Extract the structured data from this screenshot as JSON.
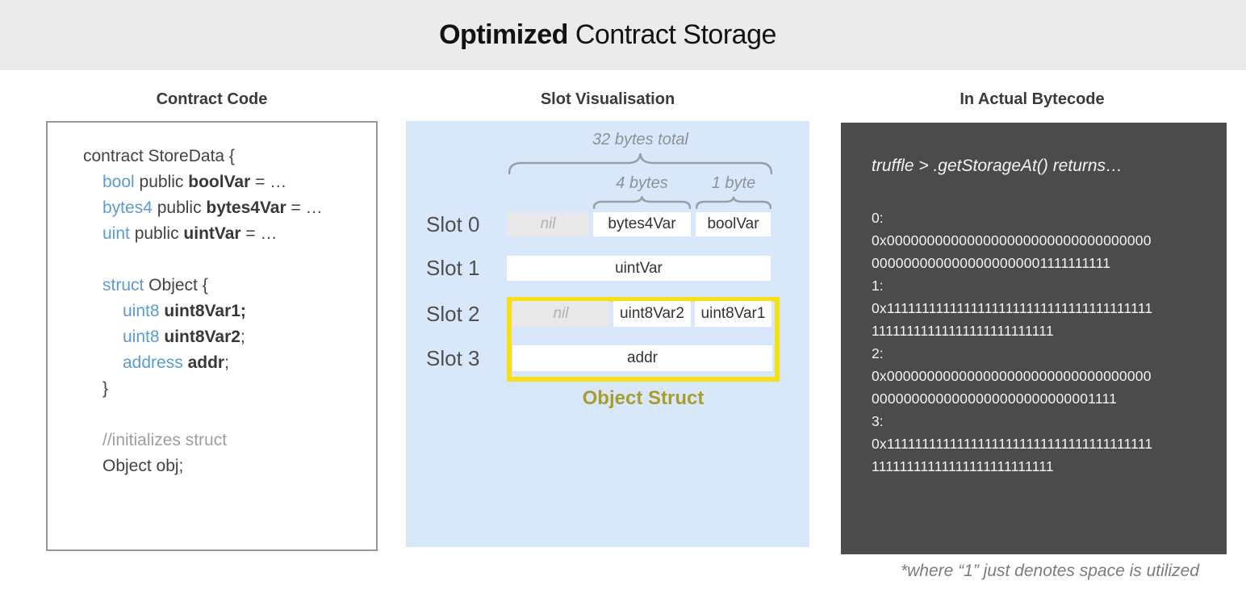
{
  "title": {
    "emphasis": "Optimized",
    "rest": " Contract Storage"
  },
  "contract_code": {
    "heading": "Contract Code",
    "lines": [
      {
        "indent": 0,
        "segments": [
          {
            "kind": "plain",
            "text": "contract StoreData {"
          }
        ]
      },
      {
        "indent": 1,
        "segments": [
          {
            "kind": "kw",
            "text": "bool"
          },
          {
            "kind": "plain",
            "text": " public "
          },
          {
            "kind": "bold",
            "text": "boolVar"
          },
          {
            "kind": "plain",
            "text": " = …"
          }
        ]
      },
      {
        "indent": 1,
        "segments": [
          {
            "kind": "kw",
            "text": "bytes4"
          },
          {
            "kind": "plain",
            "text": " public "
          },
          {
            "kind": "bold",
            "text": "bytes4Var"
          },
          {
            "kind": "plain",
            "text": " = …"
          }
        ]
      },
      {
        "indent": 1,
        "segments": [
          {
            "kind": "kw",
            "text": "uint"
          },
          {
            "kind": "plain",
            "text": " public "
          },
          {
            "kind": "bold",
            "text": "uintVar"
          },
          {
            "kind": "plain",
            "text": " = …"
          }
        ]
      },
      {
        "indent": 0,
        "segments": []
      },
      {
        "indent": 1,
        "segments": [
          {
            "kind": "kw",
            "text": "struct"
          },
          {
            "kind": "plain",
            "text": " Object {"
          }
        ]
      },
      {
        "indent": 2,
        "segments": [
          {
            "kind": "kw",
            "text": "uint8"
          },
          {
            "kind": "plain",
            "text": " "
          },
          {
            "kind": "bold",
            "text": "uint8Var1;"
          }
        ]
      },
      {
        "indent": 2,
        "segments": [
          {
            "kind": "kw",
            "text": "uint8"
          },
          {
            "kind": "plain",
            "text": " "
          },
          {
            "kind": "bold",
            "text": "uint8Var2"
          },
          {
            "kind": "plain",
            "text": ";"
          }
        ]
      },
      {
        "indent": 2,
        "segments": [
          {
            "kind": "kw",
            "text": "address"
          },
          {
            "kind": "plain",
            "text": " "
          },
          {
            "kind": "bold",
            "text": "addr"
          },
          {
            "kind": "plain",
            "text": ";"
          }
        ]
      },
      {
        "indent": 1,
        "segments": [
          {
            "kind": "plain",
            "text": "}"
          }
        ]
      },
      {
        "indent": 0,
        "segments": []
      },
      {
        "indent": 1,
        "segments": [
          {
            "kind": "comment",
            "text": "//initializes struct"
          }
        ]
      },
      {
        "indent": 1,
        "segments": [
          {
            "kind": "plain",
            "text": "Object obj;"
          }
        ]
      }
    ]
  },
  "slot_visualisation": {
    "heading": "Slot Visualisation",
    "total_label": "32 bytes total",
    "four_bytes_label": "4 bytes",
    "one_byte_label": "1 byte",
    "slots": [
      {
        "label": "Slot 0",
        "cells": [
          {
            "text": "nil",
            "kind": "nil"
          },
          {
            "text": "bytes4Var",
            "kind": "used"
          },
          {
            "text": "boolVar",
            "kind": "used"
          }
        ]
      },
      {
        "label": "Slot 1",
        "cells": [
          {
            "text": "uintVar",
            "kind": "used"
          }
        ]
      },
      {
        "label": "Slot 2",
        "cells": [
          {
            "text": "nil",
            "kind": "nil"
          },
          {
            "text": "uint8Var2",
            "kind": "used"
          },
          {
            "text": "uint8Var1",
            "kind": "used"
          }
        ]
      },
      {
        "label": "Slot 3",
        "cells": [
          {
            "text": "addr",
            "kind": "used"
          }
        ]
      }
    ],
    "struct_label": "Object Struct"
  },
  "bytecode": {
    "heading": "In Actual Bytecode",
    "prompt": "truffle > .getStorageAt() returns…",
    "entries": [
      {
        "slot": "0:",
        "value": "0x0000000000000000000000000000000000000000000000000000001111111111"
      },
      {
        "slot": "1:",
        "value": "0x1111111111111111111111111111111111111111111111111111111111111111"
      },
      {
        "slot": "2:",
        "value": "0x0000000000000000000000000000000000000000000000000000000000001111"
      },
      {
        "slot": "3:",
        "value": "0x1111111111111111111111111111111111111111111111111111111111111111"
      }
    ],
    "footnote": "*where “1” just denotes space is utilized"
  },
  "colors": {
    "keyword_blue": "#5b9bd5",
    "panel_blue": "#d8e7f9",
    "highlight_yellow": "#f7e017",
    "struct_label_olive": "#a89e2e",
    "bytecode_bg": "#4b4b4b",
    "header_bg": "#ebebeb"
  }
}
